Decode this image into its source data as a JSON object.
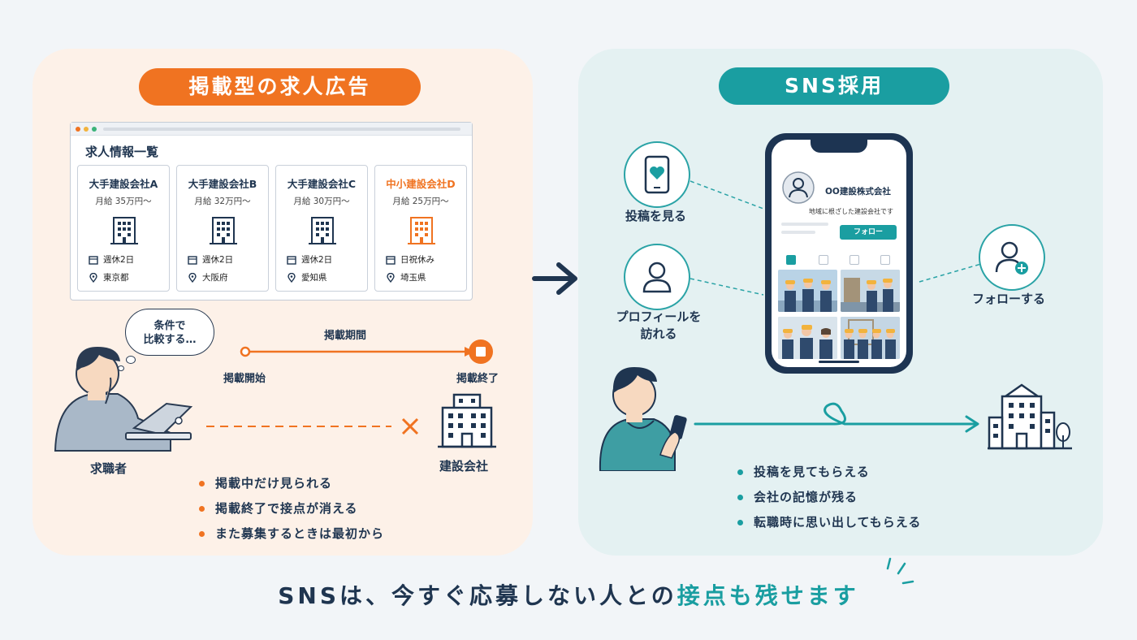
{
  "left": {
    "title": "掲載型の求人広告",
    "browser_heading": "求人情報一覧",
    "jobs": [
      {
        "name": "大手建設会社A",
        "salary": "月給 35万円〜",
        "holiday": "週休2日",
        "location": "東京都",
        "highlight": false
      },
      {
        "name": "大手建設会社B",
        "salary": "月給 32万円〜",
        "holiday": "週休2日",
        "location": "大阪府",
        "highlight": false
      },
      {
        "name": "大手建設会社C",
        "salary": "月給 30万円〜",
        "holiday": "週休2日",
        "location": "愛知県",
        "highlight": false
      },
      {
        "name": "中小建設会社D",
        "salary": "月給 25万円〜",
        "holiday": "日祝休み",
        "location": "埼玉県",
        "highlight": true
      }
    ],
    "thought_bubble": [
      "条件で",
      "比較する…"
    ],
    "timeline": {
      "period_label": "掲載期間",
      "start_label": "掲載開始",
      "end_label": "掲載終了"
    },
    "seeker_label": "求職者",
    "company_label": "建設会社",
    "bullets": [
      "掲載中だけ見られる",
      "掲載終了で接点が消える",
      "また募集するときは最初から"
    ]
  },
  "right": {
    "title": "SNS採用",
    "actions": {
      "view_posts": "投稿を見る",
      "visit_profile": [
        "プロフィールを",
        "訪れる"
      ],
      "follow": "フォローする"
    },
    "phone": {
      "company_name": "OO建設株式会社",
      "description": "地域に根ざした建設会社です",
      "follow_button": "フォロー"
    },
    "bullets": [
      "投稿を見てもらえる",
      "会社の記憶が残る",
      "転職時に思い出してもらえる"
    ]
  },
  "footer": {
    "prefix": "SNSは、今すぐ応募しない人との",
    "accent": "接点も残せます"
  },
  "colors": {
    "orange": "#f07321",
    "teal": "#1a9ea1",
    "navy": "#1f3550",
    "left_bg": "#fdf1e8",
    "right_bg": "#e4f1f2"
  },
  "icons": [
    "building-icon",
    "calendar-icon",
    "location-pin-icon",
    "arrow-right-icon",
    "heart-phone-icon",
    "user-icon",
    "user-plus-icon",
    "cross-icon",
    "stop-icon"
  ]
}
